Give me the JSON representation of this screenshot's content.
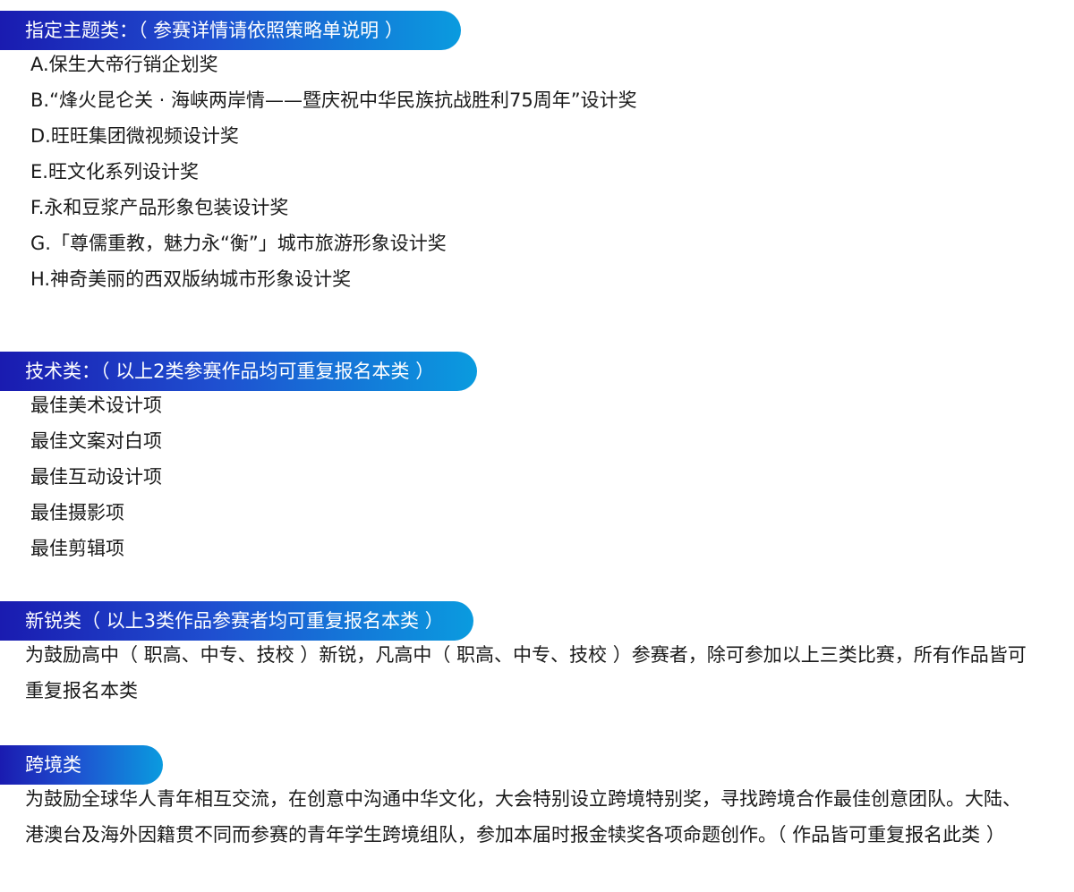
{
  "sections": {
    "theme": {
      "header": "指定主题类：（ 参赛详情请依照策略单说明 ）",
      "items": [
        "A.保生大帝行销企划奖",
        "B.“烽火昆仑关 · 海峡两岸情——暨庆祝中华民族抗战胜利75周年”设计奖",
        "D.旺旺集团微视频设计奖",
        "E.旺文化系列设计奖",
        "F.永和豆浆产品形象包装设计奖",
        "G.「尊儒重教，魅力永“衡”」城市旅游形象设计奖",
        "H.神奇美丽的西双版纳城市形象设计奖"
      ]
    },
    "tech": {
      "header": "技术类：（ 以上2类参赛作品均可重复报名本类 ）",
      "items": [
        "最佳美术设计项",
        "最佳文案对白项",
        "最佳互动设计项",
        "最佳摄影项",
        "最佳剪辑项"
      ]
    },
    "newcomer": {
      "header": "新锐类（ 以上3类作品参赛者均可重复报名本类 ）",
      "text": "为鼓励高中（ 职高、中专、技校 ）新锐，凡高中（ 职高、中专、技校 ）参赛者，除可参加以上三类比赛，所有作品皆可重复报名本类"
    },
    "crossborder": {
      "header": "跨境类",
      "text": "为鼓励全球华人青年相互交流，在创意中沟通中华文化，大会特别设立跨境特别奖，寻找跨境合作最佳创意团队。大陆、港澳台及海外因籍贯不同而参赛的青年学生跨境组队，参加本届时报金犊奖各项命题创作。（ 作品皆可重复报名此类 ）"
    }
  },
  "colors": {
    "banner_start": "#1a1bb0",
    "banner_end": "#0a9bdf",
    "text": "#1a1a1a",
    "banner_text": "#ffffff"
  }
}
